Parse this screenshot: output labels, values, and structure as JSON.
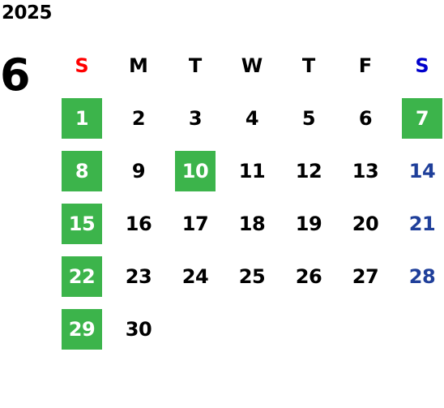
{
  "calendar": {
    "year": "2025",
    "month": "6",
    "weekdays": [
      "S",
      "M",
      "T",
      "W",
      "T",
      "F",
      "S"
    ],
    "weeks": [
      [
        "1",
        "2",
        "3",
        "4",
        "5",
        "6",
        "7"
      ],
      [
        "8",
        "9",
        "10",
        "11",
        "12",
        "13",
        "14"
      ],
      [
        "15",
        "16",
        "17",
        "18",
        "19",
        "20",
        "21"
      ],
      [
        "22",
        "23",
        "24",
        "25",
        "26",
        "27",
        "28"
      ],
      [
        "29",
        "30",
        "",
        "",
        "",
        "",
        ""
      ]
    ],
    "highlighted_days": [
      "1",
      "7",
      "8",
      "10",
      "15",
      "22",
      "29"
    ]
  },
  "colors": {
    "highlight": "#3cb44b",
    "sunday_label": "#ff0000",
    "saturday_label": "#0000cc",
    "saturday_date": "#1f3f9a"
  }
}
